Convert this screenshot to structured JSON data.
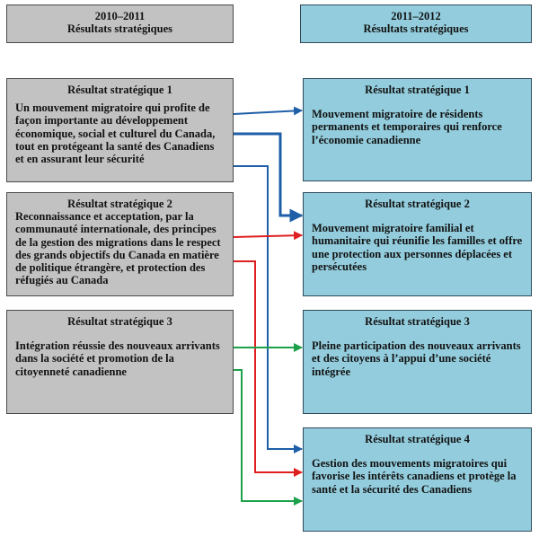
{
  "headers": {
    "left": {
      "line1": "2010–2011",
      "line2": "Résultats stratégiques"
    },
    "right": {
      "line1": "2011–2012",
      "line2": "Résultats stratégiques"
    }
  },
  "left_outcomes": [
    {
      "title": "Résultat stratégique 1",
      "text": "Un mouvement migratoire qui profite de façon importante au développement économique, social et culturel du Canada, tout en protégeant la santé des Canadiens et en assurant leur sécurité"
    },
    {
      "title": "Résultat stratégique 2",
      "text": "Reconnaissance et acceptation, par la communauté internationale, des principes de la gestion des migrations dans le respect des grands objectifs du Canada en matière de politique étrangère, et protection des réfugiés au Canada"
    },
    {
      "title": "Résultat stratégique 3",
      "text": "Intégration réussie des nouveaux arrivants dans la société et promotion de la citoyenneté canadienne"
    }
  ],
  "right_outcomes": [
    {
      "title": "Résultat stratégique 1",
      "text": "Mouvement migratoire de résidents permanents et temporaires qui renforce l’économie canadienne"
    },
    {
      "title": "Résultat stratégique 2",
      "text": "Mouvement migratoire familial et humanitaire qui réunifie les familles et offre une protection aux personnes déplacées et persécutées"
    },
    {
      "title": "Résultat stratégique 3",
      "text": "Pleine participation des nouveaux arrivants et des citoyens à l’appui d’une société intégrée"
    },
    {
      "title": "Résultat stratégique 4",
      "text": "Gestion des mouvements migratoires qui favorise les intérêts canadiens et protège la santé et la sécurité des Canadiens"
    }
  ],
  "colors": {
    "gray_box": "#c2c2c2",
    "blue_box": "#93cddd",
    "arrow_blue": "#1f5fa8",
    "arrow_red": "#e02020",
    "arrow_green": "#1ca04a"
  }
}
